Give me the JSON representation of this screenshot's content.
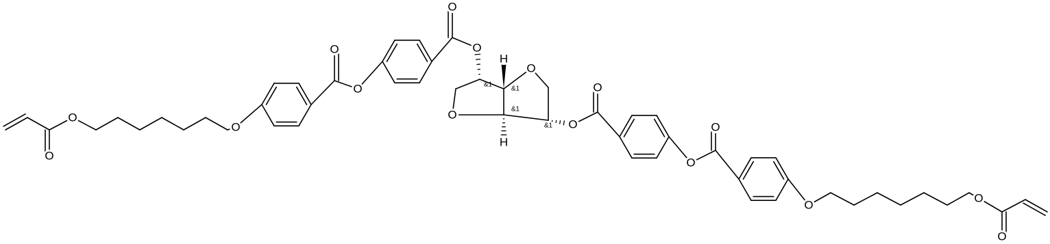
{
  "diagram": {
    "type": "chemical-structure",
    "background": "#ffffff",
    "bond_color": "#000000",
    "atom_symbols": {
      "oxygen": "O",
      "hydrogen": "H"
    },
    "stereo_label": "&1"
  }
}
